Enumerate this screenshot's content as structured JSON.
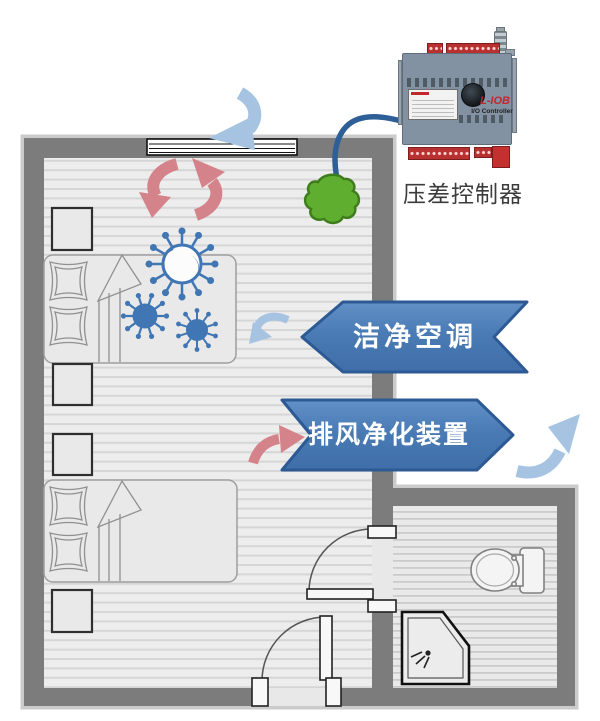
{
  "diagram": {
    "device": {
      "brand": "L-IOB",
      "subtitle": "I/O Controller",
      "caption": "压差控制器"
    },
    "banners": {
      "supply": "洁净空调",
      "exhaust": "排风净化装置"
    },
    "icons": {
      "sensor": "pressure-sensor-blob",
      "virus": "virus-particle",
      "supply_airflow": "blue-curved-arrow",
      "contaminated_airflow": "red-curved-arrow",
      "circulation": "red-rotation-arrows",
      "vent": "ceiling-vent-grille",
      "toilet": "toilet-top-view",
      "shower": "corner-shower-top-view"
    }
  },
  "colors": {
    "banner_fill": "#4b7db8",
    "banner_border": "#2d5a94",
    "arrow_blue": "#a6c3e2",
    "arrow_red": "#d5838b",
    "virus_blue": "#4076b4",
    "sensor_green": "#5fae2f",
    "sensor_green_border": "#3f7d1c",
    "cable_blue": "#2e5f96",
    "wall_gray": "#7c7c7c",
    "device_red": "#b93030",
    "device_body": "#8292a2",
    "text_dark": "#3c3c3c"
  }
}
